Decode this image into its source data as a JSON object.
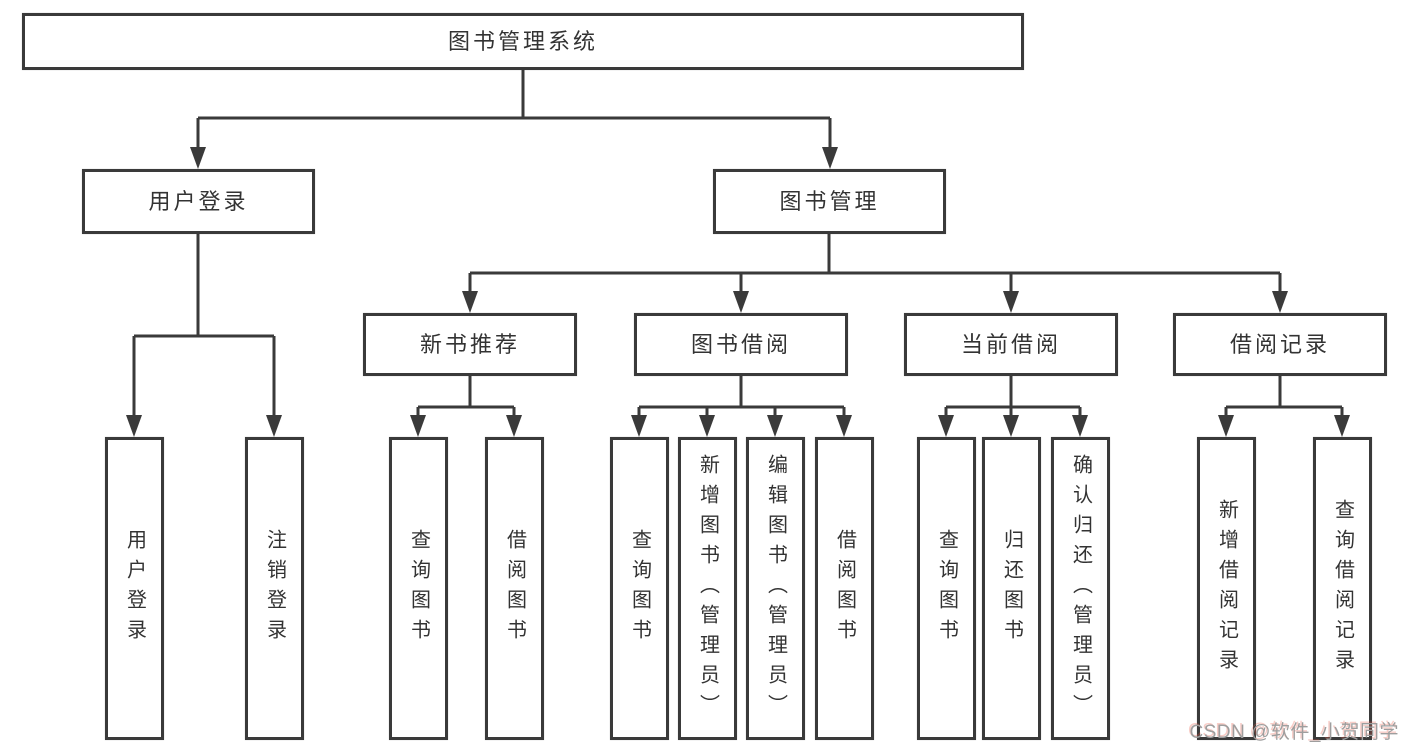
{
  "tree": {
    "root": {
      "label": "图书管理系统"
    },
    "branches": [
      {
        "label": "用户登录",
        "children": [
          {
            "label": "用户登录"
          },
          {
            "label": "注销登录"
          }
        ]
      },
      {
        "label": "图书管理",
        "children": [
          {
            "label": "新书推荐",
            "children": [
              {
                "label": "查询图书"
              },
              {
                "label": "借阅图书"
              }
            ]
          },
          {
            "label": "图书借阅",
            "children": [
              {
                "label": "查询图书"
              },
              {
                "label": "新增图书（管理员）"
              },
              {
                "label": "编辑图书（管理员）"
              },
              {
                "label": "借阅图书"
              }
            ]
          },
          {
            "label": "当前借阅",
            "children": [
              {
                "label": "查询图书"
              },
              {
                "label": "归还图书"
              },
              {
                "label": "确认归还（管理员）"
              }
            ]
          },
          {
            "label": "借阅记录",
            "children": [
              {
                "label": "新增借阅记录"
              },
              {
                "label": "查询借阅记录"
              }
            ]
          }
        ]
      }
    ]
  },
  "watermark": {
    "text": "CSDN @软件_小贺同学"
  },
  "colors": {
    "line": "#3a3a3a",
    "text": "#333333",
    "node_fill": "#ffffff",
    "watermark": "#9e9e9e"
  }
}
